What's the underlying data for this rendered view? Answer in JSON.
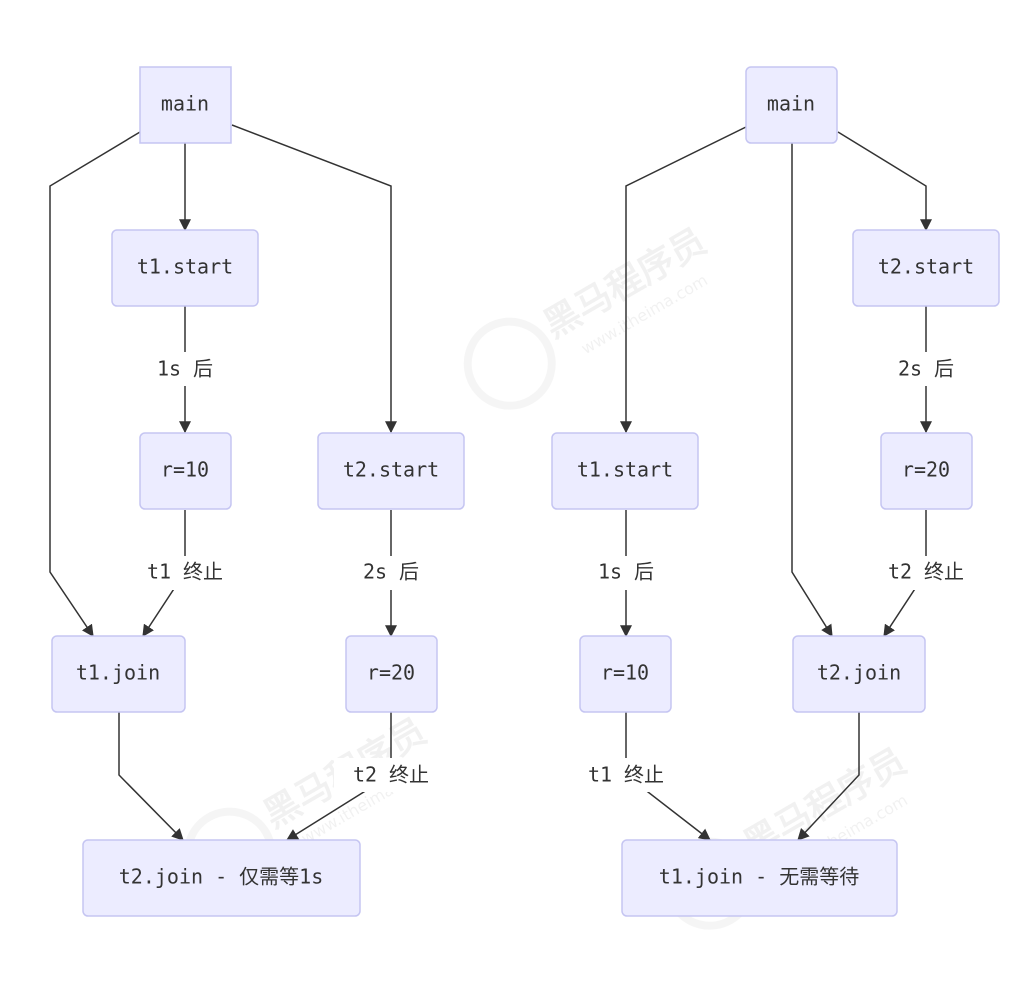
{
  "watermark": {
    "text": "黑马程序员",
    "url": "www.itheima.com"
  },
  "left": {
    "main": "main",
    "t1_start": "t1.start",
    "r10": "r=10",
    "t1_join": "t1.join",
    "t2_start": "t2.start",
    "r20": "r=20",
    "final": "t2.join - 仅需等1s",
    "label_1s": "1s 后",
    "label_t1_end": "t1 终止",
    "label_2s": "2s 后",
    "label_t2_end": "t2 终止"
  },
  "right": {
    "main": "main",
    "t2_start": "t2.start",
    "r20": "r=20",
    "t2_join": "t2.join",
    "t1_start": "t1.start",
    "r10": "r=10",
    "final": "t1.join - 无需等待",
    "label_2s": "2s 后",
    "label_t2_end": "t2 终止",
    "label_1s": "1s 后",
    "label_t1_end": "t1 终止"
  },
  "colors": {
    "node_fill": "#ececff",
    "node_stroke": "#c5c5f2",
    "edge": "#333333",
    "text": "#333333"
  }
}
